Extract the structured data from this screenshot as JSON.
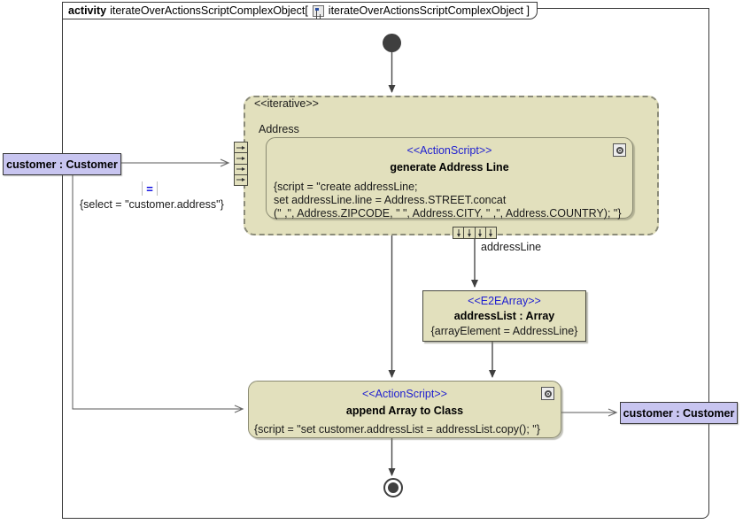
{
  "frame": {
    "tab_keyword": "activity",
    "tab_name": " iterateOverActionsScriptComplexObject[ ",
    "tab_icon": "activity-diagram-icon",
    "tab_qualifier": " iterateOverActionsScriptComplexObject ]"
  },
  "iterative_region": {
    "stereotype": "<<iterative>>",
    "element_label": "Address",
    "input_pin": {
      "name": "address-multi-input-pin",
      "arrows": 4
    },
    "output_pin": {
      "name": "addressline-multi-output-pin",
      "arrows": 4
    },
    "output_pin_label": "addressLine"
  },
  "nodes": {
    "generate_address_line": {
      "stereotype": "<<ActionScript>>",
      "name": "generate Address Line",
      "icon": "gear-icon",
      "script_lines": [
        "{script = \"create addressLine;",
        "set addressLine.line = Address.STREET.concat",
        "(\" ,\", Address.ZIPCODE, \" \", Address.CITY, \" ,\", Address.COUNTRY); \"}"
      ]
    },
    "address_list": {
      "stereotype": "<<E2EArray>>",
      "name": "addressList : Array",
      "constraint": "{arrayElement = AddressLine}"
    },
    "append_array_to_class": {
      "stereotype": "<<ActionScript>>",
      "name": "append Array to Class",
      "icon": "gear-icon",
      "script_lines": [
        "{script = \"set customer.addressList = addressList.copy(); \"}"
      ]
    }
  },
  "object_pins": {
    "customer_in": "customer : Customer",
    "customer_out": "customer : Customer"
  },
  "constraints": {
    "select_glyph": "=",
    "select_text": "{select = \"customer.address\"}"
  },
  "control_nodes": {
    "initial": "initial-node",
    "final": "activity-final-node"
  },
  "colors": {
    "node_fill": "#e2e0bd",
    "object_fill": "#c8c5f0",
    "stereotype_text": "#2020d0",
    "line": "#3a3a3a",
    "region_border": "#8b8b78"
  }
}
